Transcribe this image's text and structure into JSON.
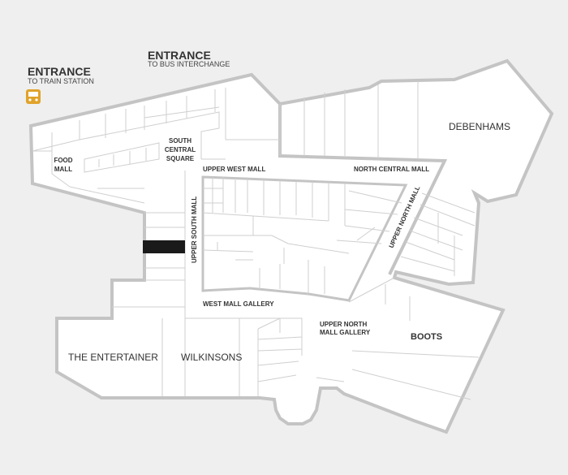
{
  "entrances": {
    "train": {
      "title": "ENTRANCE",
      "subtitle": "TO TRAIN STATION",
      "icon": "train-icon"
    },
    "bus": {
      "title": "ENTRANCE",
      "subtitle": "TO BUS INTERCHANGE"
    }
  },
  "areas": {
    "food_mall": [
      "FOOD",
      "MALL"
    ],
    "south_central_square": [
      "SOUTH",
      "CENTRAL",
      "SQUARE"
    ],
    "upper_west_mall": "UPPER WEST MALL",
    "north_central_mall": "NORTH CENTRAL MALL",
    "upper_north_mall": "UPPER NORTH MALL",
    "upper_south_mall": "UPPER SOUTH MALL",
    "west_mall_gallery": "WEST MALL GALLERY",
    "upper_north_mall_gallery": [
      "UPPER NORTH",
      "MALL GALLERY"
    ]
  },
  "stores": {
    "debenhams": "DEBENHAMS",
    "boots": "BOOTS",
    "the_entertainer": "THE ENTERTAINER",
    "wilkinsons": "WILKINSONS"
  },
  "colors": {
    "background": "#efefef",
    "wall": "#c4c4c4",
    "floor": "#ffffff",
    "highlight": "#1a1a1a",
    "train_icon": "#e0a32a"
  }
}
